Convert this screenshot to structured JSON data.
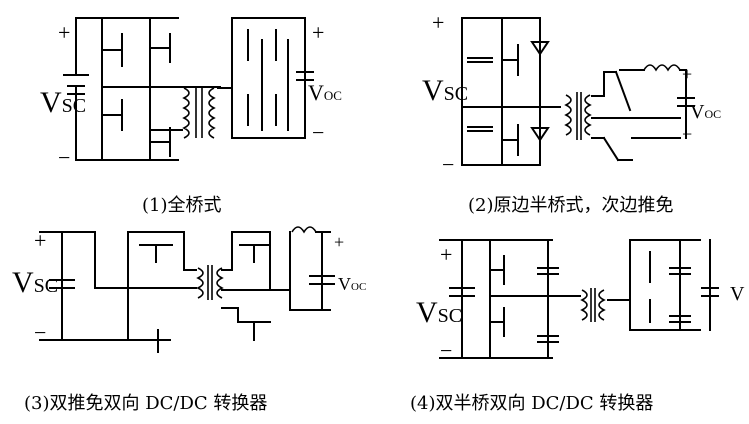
{
  "diagrams": [
    {
      "caption": "(1)全桥式",
      "labels": {
        "vin_main": "V",
        "vin_sub": "SC",
        "vout_main": "V",
        "vout_sub": "OC",
        "plus": "+",
        "minus": "−"
      }
    },
    {
      "caption": "(2)原边半桥式，次边推免",
      "labels": {
        "vin_main": "V",
        "vin_sub": "SC",
        "vout_main": "V",
        "vout_sub": "OC",
        "plus": "+",
        "minus": "−"
      }
    },
    {
      "caption": "(3)双推免双向 DC/DC 转换器",
      "labels": {
        "vin_main": "V",
        "vin_sub": "SC",
        "vout_main": "V",
        "vout_sub": "OC",
        "plus": "+",
        "minus": "−"
      }
    },
    {
      "caption": "(4)双半桥双向 DC/DC 转换器",
      "labels": {
        "vin_main": "V",
        "vin_sub": "SC",
        "vout_partial": "V",
        "plus": "+",
        "minus": "−"
      }
    }
  ]
}
